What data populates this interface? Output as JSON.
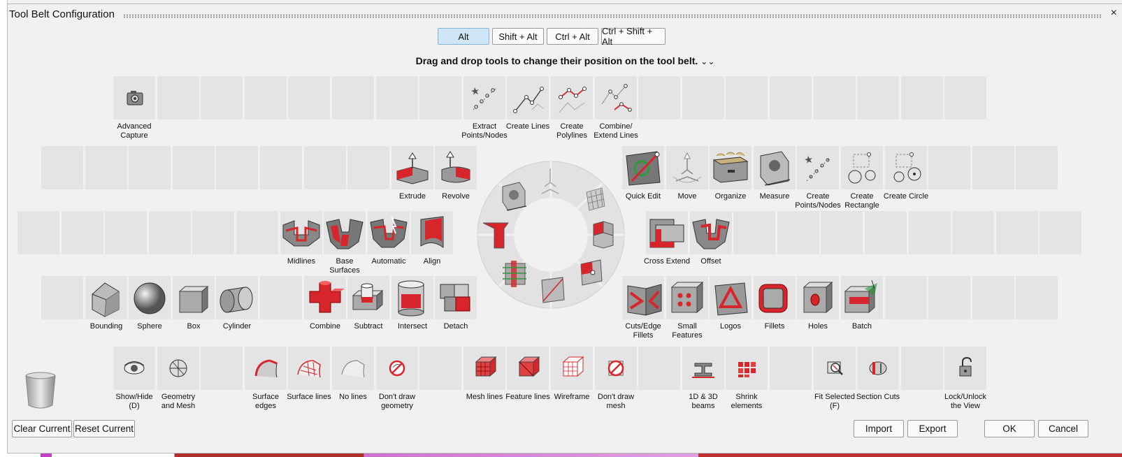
{
  "dialog": {
    "title": "Tool Belt Configuration",
    "close_glyph": "×",
    "instruction": "Drag and drop tools to change their position on the tool belt.",
    "instruction_chevron": "⌄⌄"
  },
  "modifiers": [
    {
      "label": "Alt",
      "active": true
    },
    {
      "label": "Shift + Alt",
      "active": false
    },
    {
      "label": "Ctrl + Alt",
      "active": false
    },
    {
      "label": "Ctrl + Shift + Alt",
      "active": false
    }
  ],
  "rows": [
    {
      "name": "row1",
      "tools": [
        {
          "label": [
            "Advanced",
            "Capture"
          ],
          "icon": "camera-icon"
        },
        null,
        null,
        null,
        null,
        null,
        null,
        null,
        {
          "label": [
            "Extract",
            "Points/Nodes"
          ],
          "icon": "extract-points-icon"
        },
        {
          "label": [
            "Create Lines"
          ],
          "icon": "create-lines-icon"
        },
        {
          "label": [
            "Create",
            "Polylines"
          ],
          "icon": "create-polylines-icon"
        },
        {
          "label": [
            "Combine/",
            "Extend Lines"
          ],
          "icon": "combine-lines-icon"
        },
        null,
        null,
        null,
        null,
        null,
        null,
        null,
        null
      ]
    },
    {
      "name": "row2-left",
      "tools": [
        null,
        null,
        null,
        null,
        null,
        null,
        null,
        null,
        {
          "label": [
            "Extrude"
          ],
          "icon": "extrude-icon"
        },
        {
          "label": [
            "Revolve"
          ],
          "icon": "revolve-icon"
        }
      ]
    },
    {
      "name": "row2-right",
      "tools": [
        {
          "label": [
            "Quick Edit"
          ],
          "icon": "quick-edit-icon"
        },
        {
          "label": [
            "Move"
          ],
          "icon": "move-icon"
        },
        {
          "label": [
            "Organize"
          ],
          "icon": "organize-icon"
        },
        {
          "label": [
            "Measure"
          ],
          "icon": "measure-icon"
        },
        {
          "label": [
            "Create",
            "Points/Nodes"
          ],
          "icon": "create-points-icon"
        },
        {
          "label": [
            "Create",
            "Rectangle"
          ],
          "icon": "create-rectangle-icon"
        },
        {
          "label": [
            "Create Circle"
          ],
          "icon": "create-circle-icon"
        },
        null,
        null,
        null
      ]
    },
    {
      "name": "row3-left",
      "tools": [
        null,
        null,
        null,
        null,
        null,
        null,
        {
          "label": [
            "Midlines"
          ],
          "icon": "midlines-icon"
        },
        {
          "label": [
            "Base",
            "Surfaces"
          ],
          "icon": "base-surfaces-icon"
        },
        {
          "label": [
            "Automatic"
          ],
          "icon": "automatic-icon"
        },
        {
          "label": [
            "Align"
          ],
          "icon": "align-icon"
        }
      ]
    },
    {
      "name": "row3-right",
      "tools": [
        {
          "label": [
            "Cross Extend"
          ],
          "icon": "cross-extend-icon"
        },
        {
          "label": [
            "Offset"
          ],
          "icon": "offset-icon"
        },
        null,
        null,
        null,
        null,
        null,
        null,
        null,
        null
      ]
    },
    {
      "name": "row4-left",
      "tools": [
        null,
        {
          "label": [
            "Bounding"
          ],
          "icon": "bounding-icon"
        },
        {
          "label": [
            "Sphere"
          ],
          "icon": "sphere-icon"
        },
        {
          "label": [
            "Box"
          ],
          "icon": "box-icon"
        },
        {
          "label": [
            "Cylinder"
          ],
          "icon": "cylinder-icon"
        },
        null,
        {
          "label": [
            "Combine"
          ],
          "icon": "combine-icon"
        },
        {
          "label": [
            "Subtract"
          ],
          "icon": "subtract-icon"
        },
        {
          "label": [
            "Intersect"
          ],
          "icon": "intersect-icon"
        },
        {
          "label": [
            "Detach"
          ],
          "icon": "detach-icon"
        }
      ]
    },
    {
      "name": "row4-right",
      "tools": [
        {
          "label": [
            "Cuts/Edge",
            "Fillets"
          ],
          "icon": "cuts-edge-fillets-icon"
        },
        {
          "label": [
            "Small",
            "Features"
          ],
          "icon": "small-features-icon"
        },
        {
          "label": [
            "Logos"
          ],
          "icon": "logos-icon"
        },
        {
          "label": [
            "Fillets"
          ],
          "icon": "fillets-icon"
        },
        {
          "label": [
            "Holes"
          ],
          "icon": "holes-icon"
        },
        {
          "label": [
            "Batch"
          ],
          "icon": "batch-icon"
        },
        null,
        null,
        null,
        null
      ]
    },
    {
      "name": "row5",
      "tools": [
        {
          "label": [
            "Show/Hide",
            "(D)"
          ],
          "icon": "eye-icon"
        },
        {
          "label": [
            "Geometry",
            "and Mesh"
          ],
          "icon": "geometry-mesh-icon"
        },
        null,
        {
          "label": [
            "Surface",
            "edges"
          ],
          "icon": "surface-edges-icon"
        },
        {
          "label": [
            "Surface lines"
          ],
          "icon": "surface-lines-icon"
        },
        {
          "label": [
            "No lines"
          ],
          "icon": "no-lines-icon"
        },
        {
          "label": [
            "Don't draw",
            "geometry"
          ],
          "icon": "dont-draw-geometry-icon"
        },
        null,
        {
          "label": [
            "Mesh lines"
          ],
          "icon": "mesh-lines-icon"
        },
        {
          "label": [
            "Feature lines"
          ],
          "icon": "feature-lines-icon"
        },
        {
          "label": [
            "Wireframe"
          ],
          "icon": "wireframe-icon"
        },
        {
          "label": [
            "Don't draw",
            "mesh"
          ],
          "icon": "dont-draw-mesh-icon"
        },
        null,
        {
          "label": [
            "1D & 3D",
            "beams"
          ],
          "icon": "beams-icon"
        },
        {
          "label": [
            "Shrink",
            "elements"
          ],
          "icon": "shrink-elements-icon"
        },
        null,
        {
          "label": [
            "Fit Selected",
            "(F)"
          ],
          "icon": "fit-selected-icon"
        },
        {
          "label": [
            "Section Cuts"
          ],
          "icon": "section-cuts-icon"
        },
        null,
        {
          "label": [
            "Lock/Unlock",
            "the View"
          ],
          "icon": "lock-unlock-icon"
        }
      ]
    }
  ],
  "wheel": {
    "icons": [
      "move-icon",
      "quick-edit-surface-icon",
      "red-face-icon",
      "split-face-icon",
      "diagonal-face-icon",
      "batch-mesh-icon",
      "red-cut-icon",
      "measure-icon"
    ]
  },
  "trash_icon": "trash-bin-icon",
  "footer": {
    "clear_current": "Clear Current",
    "reset_current": "Reset Current",
    "import": "Import",
    "export": "Export",
    "ok": "OK",
    "cancel": "Cancel"
  },
  "colors": {
    "accent_red": "#d7262b",
    "slot_bg": "#e4e4e4",
    "active_tab": "#cfe6f7"
  }
}
